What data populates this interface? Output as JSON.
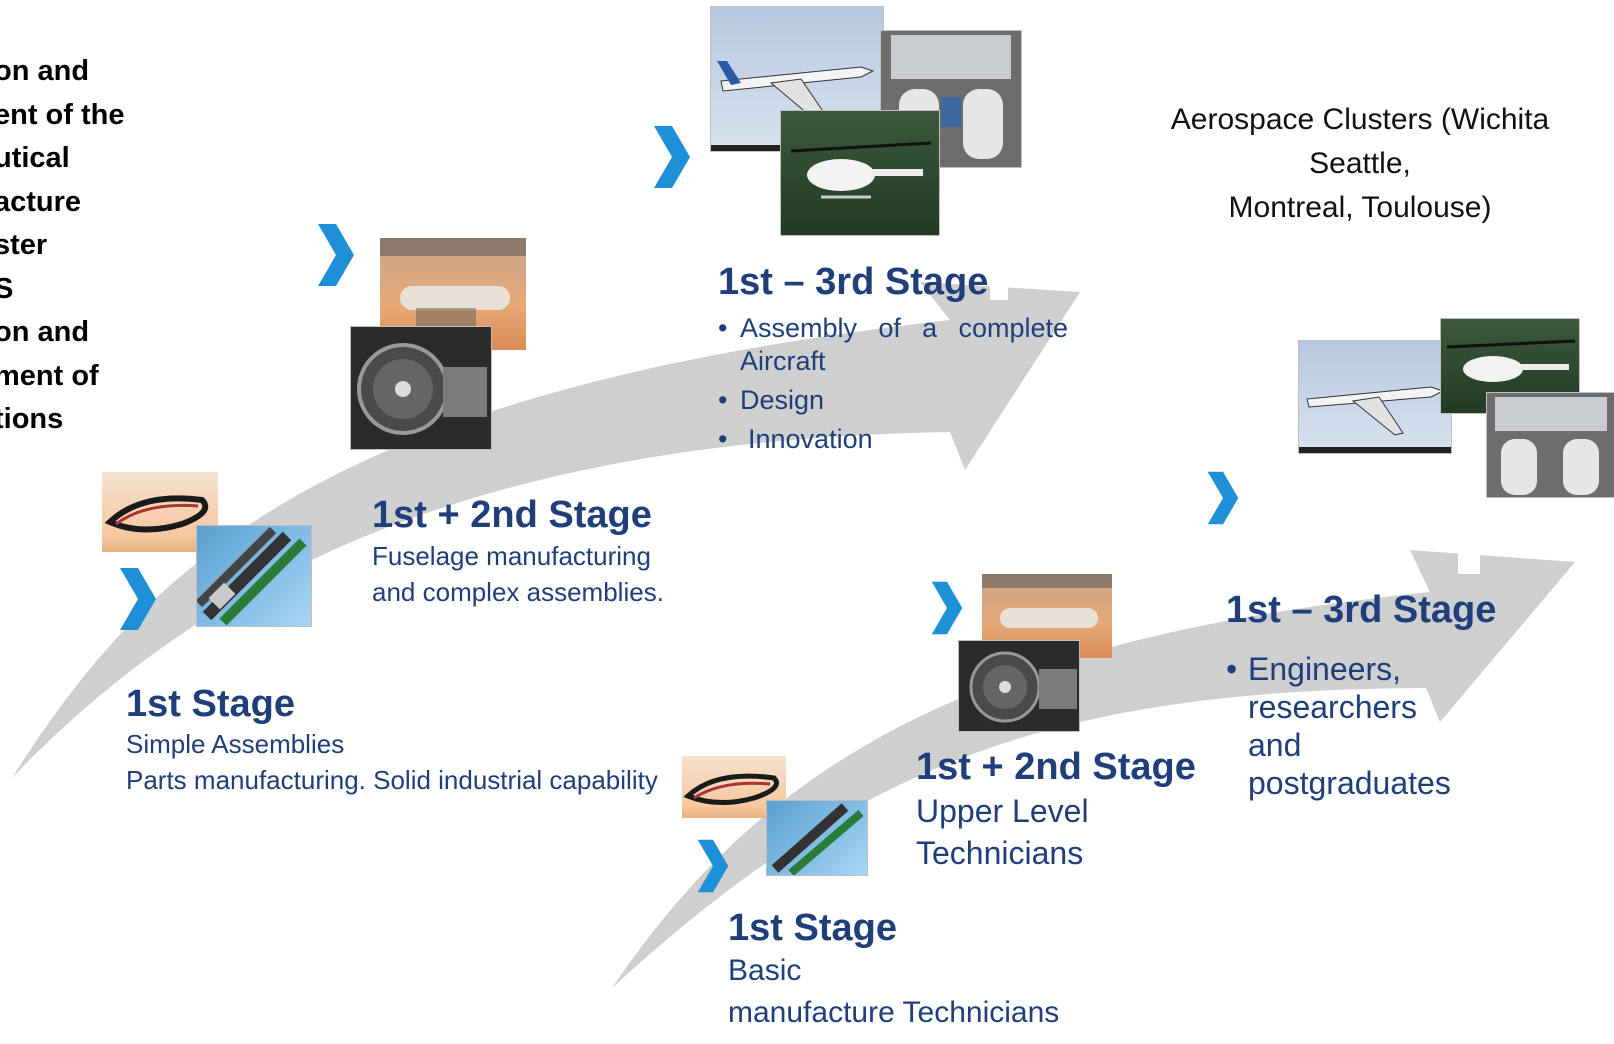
{
  "left_title": {
    "lines": [
      "on and",
      "ent of the",
      "utical",
      "acture",
      "ster",
      "S",
      "on and",
      "ment of",
      "tions"
    ]
  },
  "cluster": {
    "line1": "Aerospace Clusters (Wichita",
    "line2": "Seattle,",
    "line3": "Montreal, Toulouse)"
  },
  "upper": {
    "stage1": {
      "title": "1st Stage",
      "line1": "Simple Assemblies",
      "line2": "Parts manufacturing. Solid industrial capability"
    },
    "stage2": {
      "title": "1st + 2nd Stage",
      "line1": "Fuselage manufacturing",
      "line2": "and complex assemblies."
    },
    "stage3": {
      "title": "1st – 3rd Stage",
      "bullets": [
        "Assembly of a complete Aircraft",
        "Design",
        "Innovation"
      ]
    }
  },
  "lower": {
    "stage1": {
      "title": "1st Stage",
      "line1": "Basic",
      "line2": "manufacture Technicians"
    },
    "stage2": {
      "title": "1st + 2nd Stage",
      "line1": "Upper Level",
      "line2": "Technicians"
    },
    "stage3": {
      "title": "1st – 3rd Stage",
      "bullets": [
        "Engineers, researchers and postgraduates"
      ]
    }
  },
  "colors": {
    "arrow": "#cfcfcf",
    "chevron": "#1e90d8",
    "text": "#1f3e7a"
  },
  "icons": {
    "chevron": "chevron-right-icon",
    "photos": [
      "cable-photo",
      "hose-photo",
      "aircraft-fuselage-photo",
      "turbine-engine-photo",
      "business-jet-photo",
      "cockpit-photo",
      "helicopter-photo"
    ]
  }
}
